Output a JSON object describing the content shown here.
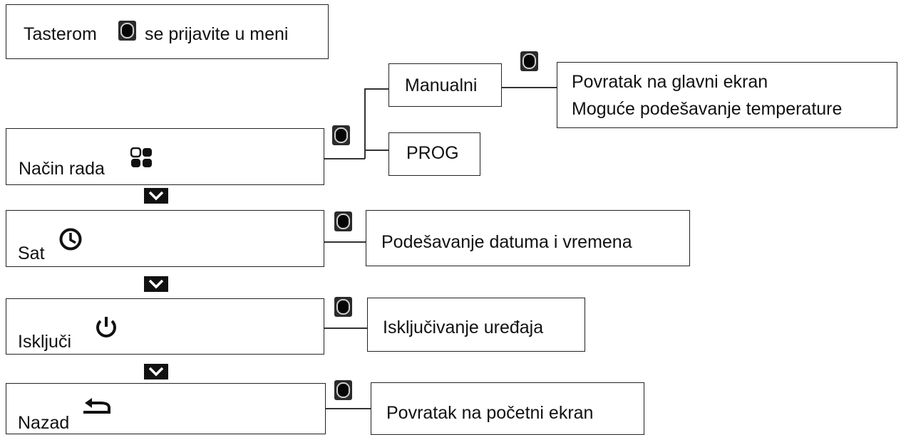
{
  "intro": {
    "text_before": "Tasterom",
    "text_after": "se prijavite u meni",
    "button_icon": "ok-button-icon"
  },
  "menu": [
    {
      "label": "Način rada",
      "icon": "mode-grid-icon"
    },
    {
      "label": "Sat",
      "icon": "clock-icon"
    },
    {
      "label": "Isključi",
      "icon": "power-icon"
    },
    {
      "label": "Nazad",
      "icon": "back-arrow-icon"
    }
  ],
  "mode_options": {
    "manual": "Manualni",
    "prog": "PROG"
  },
  "manual_result": {
    "line1": "Povratak na glavni ekran",
    "line2": "Moguće podešavanje temperature"
  },
  "results": {
    "clock": "Podešavanje datuma i vremena",
    "off": "Isključivanje uređaja",
    "back": "Povratak na početni ekran"
  },
  "nav_icon": "chevron-down-icon",
  "colors": {
    "line": "#333333",
    "key": "#111111"
  }
}
